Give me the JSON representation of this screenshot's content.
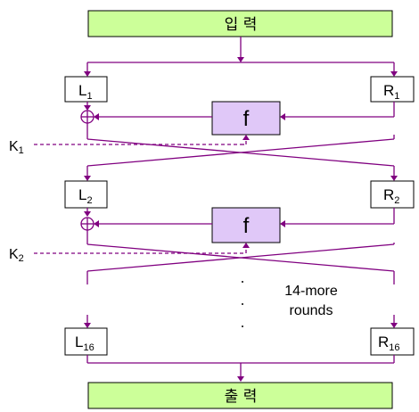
{
  "input_label": "입 력",
  "output_label": "출 력",
  "f_label": "f",
  "rounds": [
    {
      "left": "L",
      "left_sub": "1",
      "right": "R",
      "right_sub": "1",
      "key": "K",
      "key_sub": "1"
    },
    {
      "left": "L",
      "left_sub": "2",
      "right": "R",
      "right_sub": "2",
      "key": "K",
      "key_sub": "2"
    }
  ],
  "final": {
    "left": "L",
    "left_sub": "16",
    "right": "R",
    "right_sub": "16"
  },
  "more_note": {
    "line1": "14-more",
    "line2": "rounds"
  },
  "colors": {
    "lines": "#800080",
    "io_fill": "#ccff99",
    "f_fill": "#e0c8f8"
  }
}
